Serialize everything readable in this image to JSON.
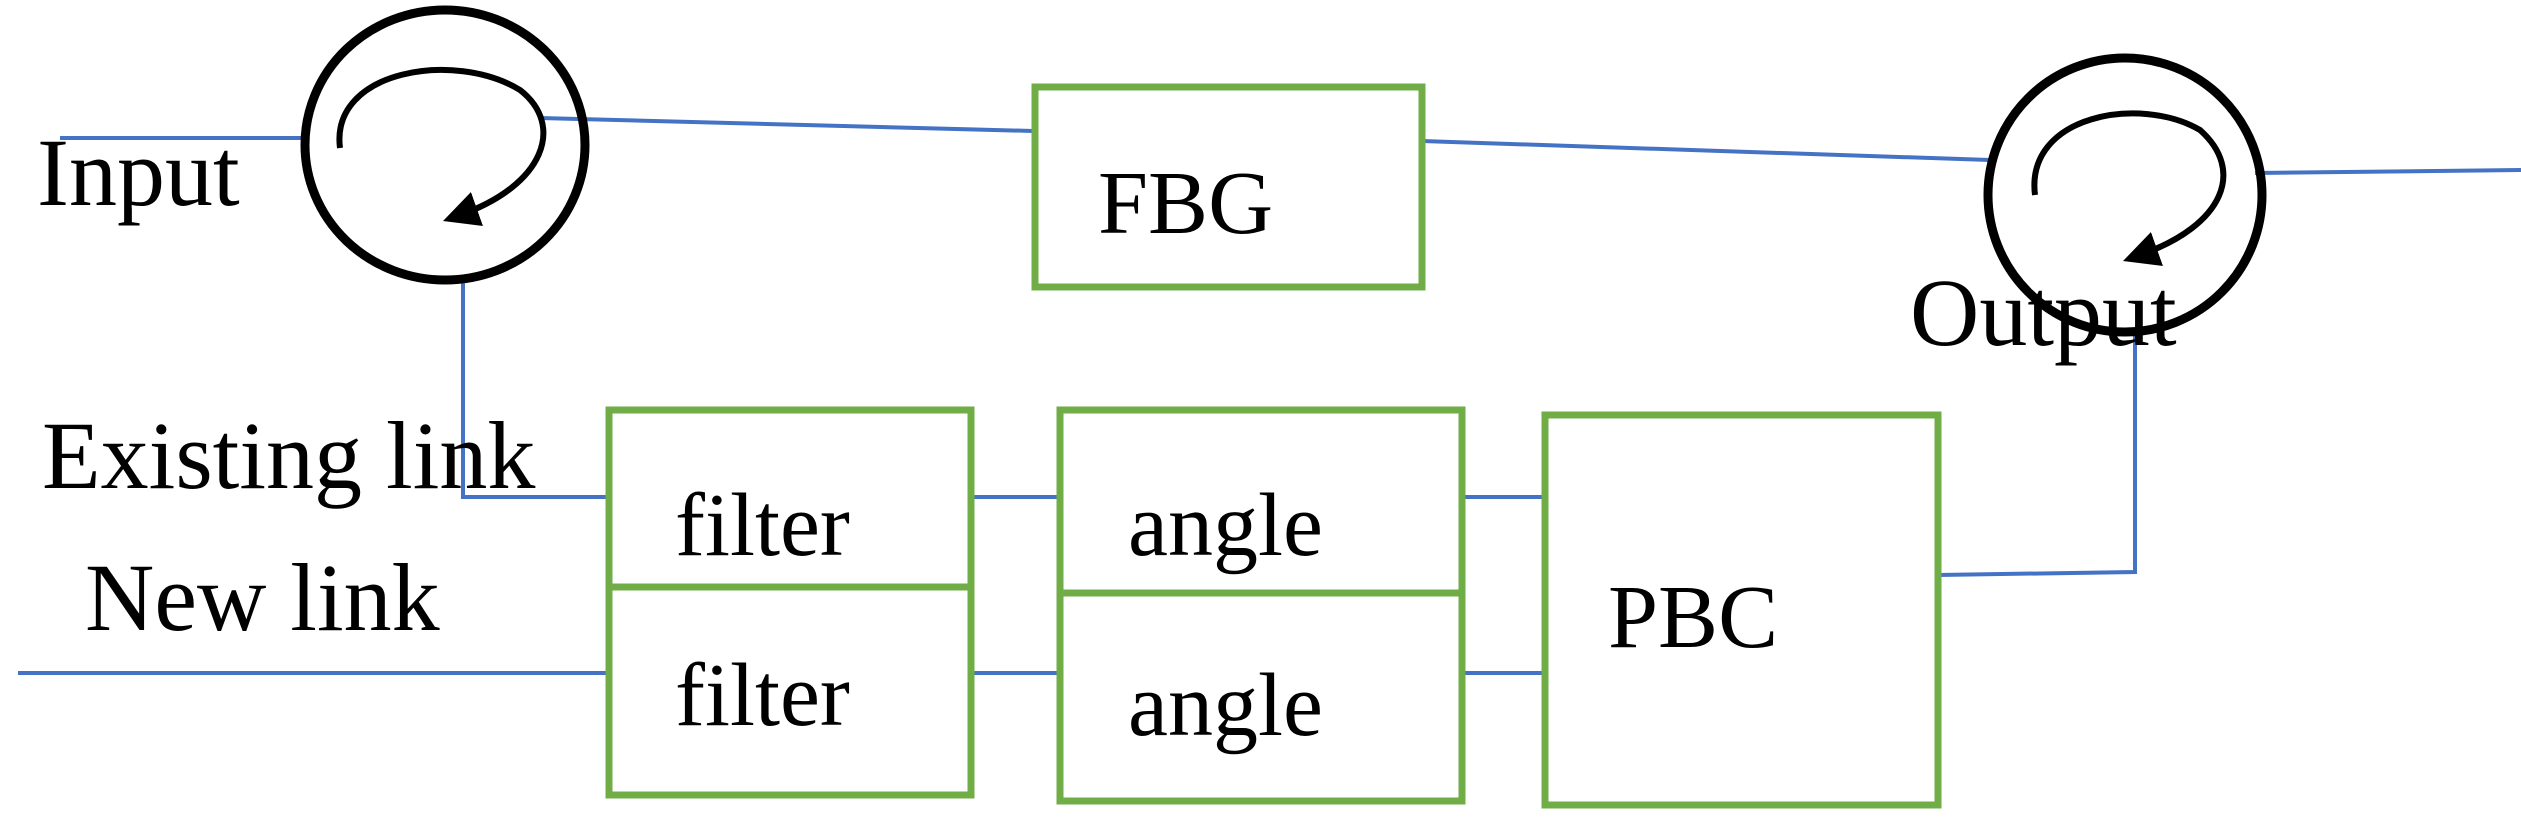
{
  "diagram": {
    "labels": {
      "input": "Input",
      "output": "Output",
      "existing_link": "Existing link",
      "new_link": "New link"
    },
    "blocks": {
      "fbg": "FBG",
      "filter_top": "filter",
      "filter_bottom": "filter",
      "angle_top": "angle",
      "angle_bottom": "angle",
      "pbc": "PBC"
    }
  },
  "colors": {
    "fiber_line": "#4472c4",
    "block_border": "#70ad47",
    "circulator": "#000000",
    "text": "#000000",
    "background": "#ffffff"
  }
}
